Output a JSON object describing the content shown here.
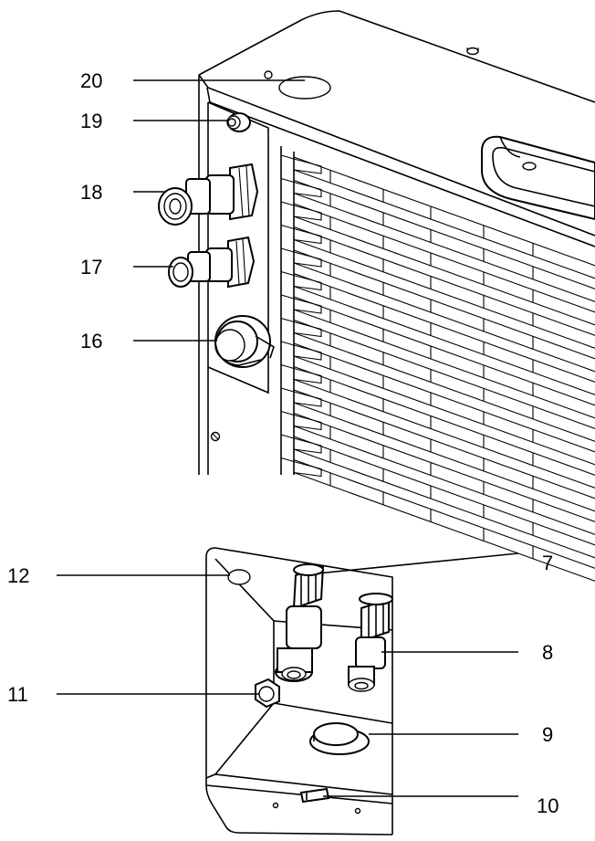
{
  "callouts": {
    "c20": "20",
    "c19": "19",
    "c18": "18",
    "c17": "17",
    "c16": "16",
    "c12": "12",
    "c11": "11",
    "c7": "7",
    "c8": "8",
    "c9": "9",
    "c10": "10"
  },
  "colors": {
    "line": "#000000",
    "background": "#ffffff"
  }
}
